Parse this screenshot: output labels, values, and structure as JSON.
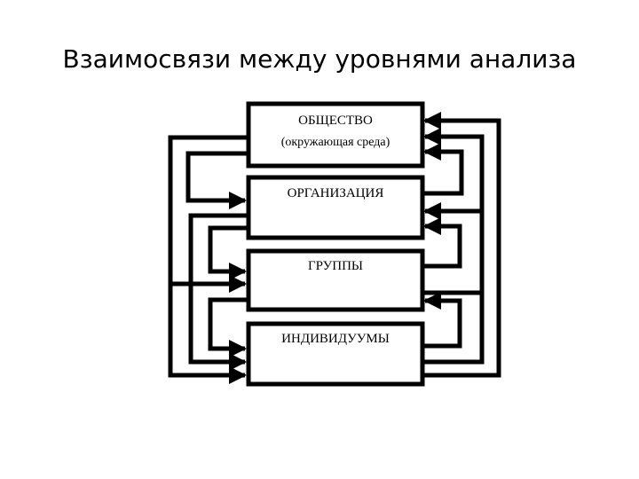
{
  "title": "Взаимосвязи между уровнями анализа",
  "levels": [
    {
      "name": "ОБЩЕСТВО",
      "sub": "(окружающая среда)"
    },
    {
      "name": "ОРГАНИЗАЦИЯ",
      "sub": ""
    },
    {
      "name": "ГРУППЫ",
      "sub": ""
    },
    {
      "name": "ИНДИВИДУУМЫ",
      "sub": ""
    }
  ],
  "colors": {
    "line": "#000000",
    "background": "#ffffff"
  }
}
